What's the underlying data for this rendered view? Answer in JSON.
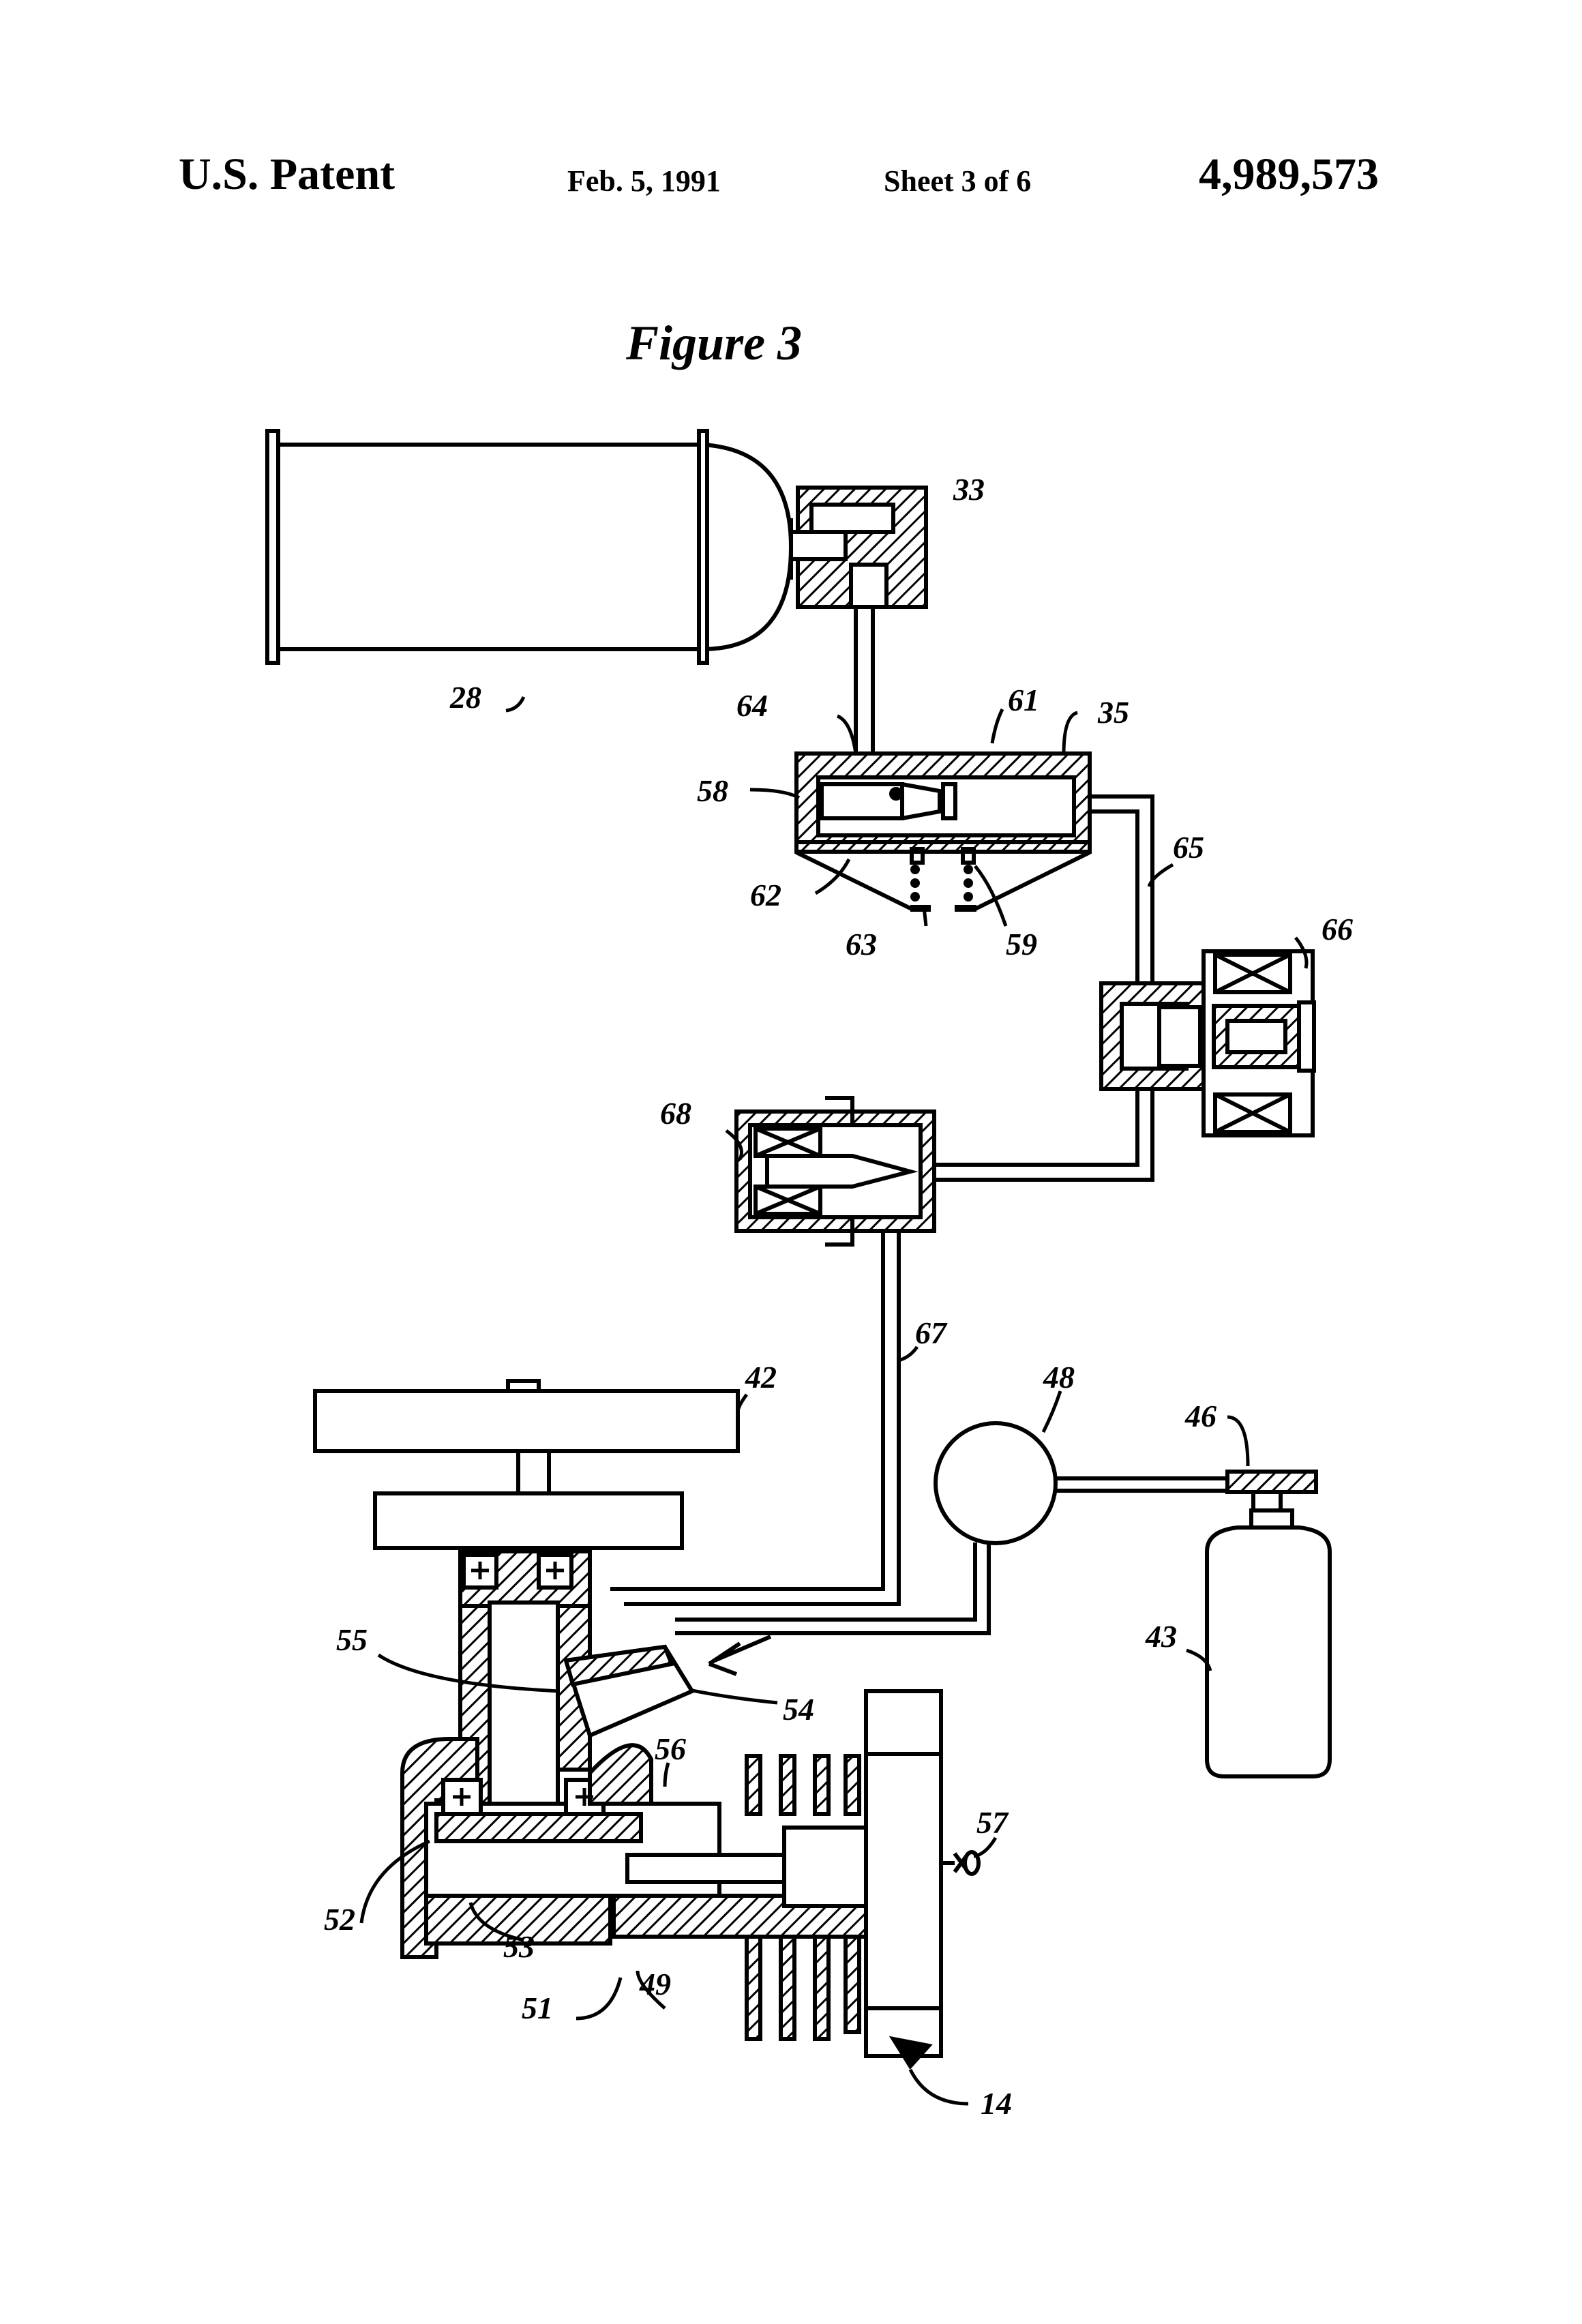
{
  "header": {
    "patent": "U.S. Patent",
    "date": "Feb. 5, 1991",
    "sheet": "Sheet 3 of 6",
    "number": "4,989,573"
  },
  "figure": {
    "title": "Figure 3"
  },
  "labels": {
    "l28": "28",
    "l33": "33",
    "l35": "35",
    "l61": "61",
    "l64": "64",
    "l58": "58",
    "l62": "62",
    "l63": "63",
    "l59": "59",
    "l65": "65",
    "l66": "66",
    "l68": "68",
    "l67": "67",
    "l42": "42",
    "l48": "48",
    "l46": "46",
    "l43": "43",
    "l55": "55",
    "l54": "54",
    "l56": "56",
    "l57": "57",
    "l52": "52",
    "l53": "53",
    "l51": "51",
    "l49": "49",
    "l14": "14"
  },
  "colors": {
    "ink": "#000000",
    "paper": "#ffffff"
  }
}
